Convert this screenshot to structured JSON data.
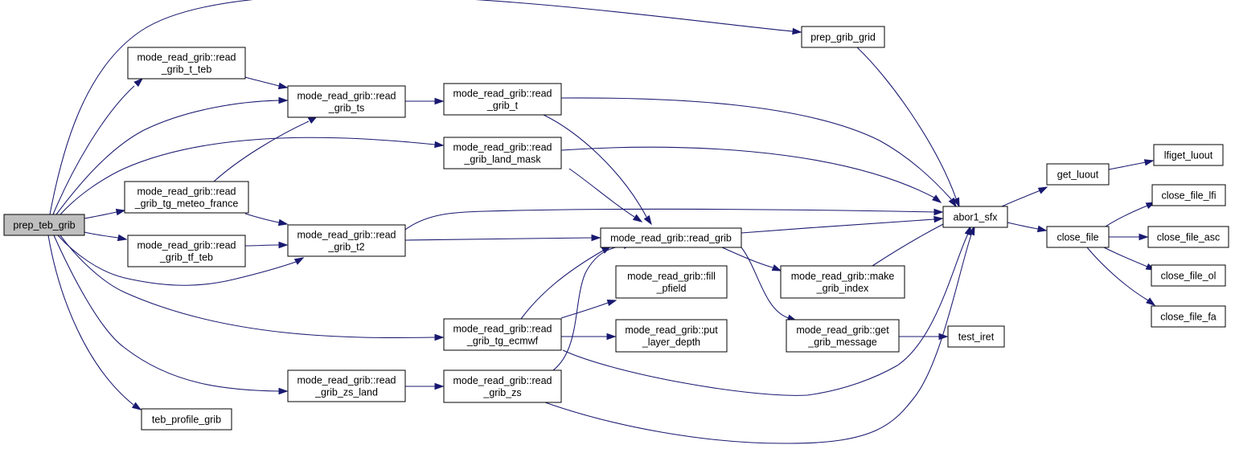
{
  "graph": {
    "edge_color": "#191970",
    "root_fill": "#bfbfbf",
    "node_fill": "#ffffff",
    "nodes": [
      {
        "id": "prep_teb_grib",
        "lines": [
          "prep_teb_grib"
        ],
        "root": true
      },
      {
        "id": "read_grib_t_teb",
        "lines": [
          "mode_read_grib::read",
          "_grib_t_teb"
        ]
      },
      {
        "id": "read_grib_ts",
        "lines": [
          "mode_read_grib::read",
          "_grib_ts"
        ]
      },
      {
        "id": "read_grib_t",
        "lines": [
          "mode_read_grib::read",
          "_grib_t"
        ]
      },
      {
        "id": "prep_grib_grid",
        "lines": [
          "prep_grib_grid"
        ]
      },
      {
        "id": "read_grib_land_mask",
        "lines": [
          "mode_read_grib::read",
          "_grib_land_mask"
        ]
      },
      {
        "id": "read_grib_tg_meteo_france",
        "lines": [
          "mode_read_grib::read",
          "_grib_tg_meteo_france"
        ]
      },
      {
        "id": "read_grib_tf_teb",
        "lines": [
          "mode_read_grib::read",
          "_grib_tf_teb"
        ]
      },
      {
        "id": "read_grib_t2",
        "lines": [
          "mode_read_grib::read",
          "_grib_t2"
        ]
      },
      {
        "id": "read_grib",
        "lines": [
          "mode_read_grib::read_grib"
        ]
      },
      {
        "id": "fill_pfield",
        "lines": [
          "mode_read_grib::fill",
          "_pfield"
        ]
      },
      {
        "id": "read_grib_tg_ecmwf",
        "lines": [
          "mode_read_grib::read",
          "_grib_tg_ecmwf"
        ]
      },
      {
        "id": "put_layer_depth",
        "lines": [
          "mode_read_grib::put",
          "_layer_depth"
        ]
      },
      {
        "id": "read_grib_zs_land",
        "lines": [
          "mode_read_grib::read",
          "_grib_zs_land"
        ]
      },
      {
        "id": "read_grib_zs",
        "lines": [
          "mode_read_grib::read",
          "_grib_zs"
        ]
      },
      {
        "id": "teb_profile_grib",
        "lines": [
          "teb_profile_grib"
        ]
      },
      {
        "id": "make_grib_index",
        "lines": [
          "mode_read_grib::make",
          "_grib_index"
        ]
      },
      {
        "id": "get_grib_message",
        "lines": [
          "mode_read_grib::get",
          "_grib_message"
        ]
      },
      {
        "id": "test_iret",
        "lines": [
          "test_iret"
        ]
      },
      {
        "id": "abor1_sfx",
        "lines": [
          "abor1_sfx"
        ]
      },
      {
        "id": "get_luout",
        "lines": [
          "get_luout"
        ]
      },
      {
        "id": "lfiget_luout",
        "lines": [
          "lfiget_luout"
        ]
      },
      {
        "id": "close_file",
        "lines": [
          "close_file"
        ]
      },
      {
        "id": "close_file_lfi",
        "lines": [
          "close_file_lfi"
        ]
      },
      {
        "id": "close_file_asc",
        "lines": [
          "close_file_asc"
        ]
      },
      {
        "id": "close_file_ol",
        "lines": [
          "close_file_ol"
        ]
      },
      {
        "id": "close_file_fa",
        "lines": [
          "close_file_fa"
        ]
      }
    ],
    "edges": [
      {
        "from": "prep_teb_grib",
        "to": "prep_grib_grid"
      },
      {
        "from": "prep_teb_grib",
        "to": "read_grib_t_teb"
      },
      {
        "from": "prep_teb_grib",
        "to": "read_grib_ts"
      },
      {
        "from": "prep_teb_grib",
        "to": "read_grib_land_mask"
      },
      {
        "from": "prep_teb_grib",
        "to": "read_grib_tg_meteo_france"
      },
      {
        "from": "prep_teb_grib",
        "to": "read_grib_tf_teb"
      },
      {
        "from": "prep_teb_grib",
        "to": "read_grib_t2"
      },
      {
        "from": "prep_teb_grib",
        "to": "read_grib_tg_ecmwf"
      },
      {
        "from": "prep_teb_grib",
        "to": "read_grib_zs_land"
      },
      {
        "from": "prep_teb_grib",
        "to": "teb_profile_grib"
      },
      {
        "from": "read_grib_t_teb",
        "to": "read_grib_ts"
      },
      {
        "from": "read_grib_ts",
        "to": "read_grib_t"
      },
      {
        "from": "read_grib_t",
        "to": "abor1_sfx"
      },
      {
        "from": "read_grib_t",
        "to": "read_grib"
      },
      {
        "from": "prep_grib_grid",
        "to": "abor1_sfx"
      },
      {
        "from": "read_grib_land_mask",
        "to": "abor1_sfx"
      },
      {
        "from": "read_grib_land_mask",
        "to": "read_grib"
      },
      {
        "from": "read_grib_tg_meteo_france",
        "to": "read_grib_ts"
      },
      {
        "from": "read_grib_tg_meteo_france",
        "to": "read_grib_t2"
      },
      {
        "from": "read_grib_tf_teb",
        "to": "read_grib_t2"
      },
      {
        "from": "read_grib_t2",
        "to": "abor1_sfx"
      },
      {
        "from": "read_grib_t2",
        "to": "read_grib"
      },
      {
        "from": "read_grib",
        "to": "abor1_sfx"
      },
      {
        "from": "read_grib",
        "to": "make_grib_index"
      },
      {
        "from": "read_grib",
        "to": "get_grib_message"
      },
      {
        "from": "read_grib_tg_ecmwf",
        "to": "read_grib"
      },
      {
        "from": "read_grib_tg_ecmwf",
        "to": "fill_pfield"
      },
      {
        "from": "read_grib_tg_ecmwf",
        "to": "put_layer_depth"
      },
      {
        "from": "read_grib_tg_ecmwf",
        "to": "abor1_sfx"
      },
      {
        "from": "read_grib_zs_land",
        "to": "read_grib_zs"
      },
      {
        "from": "read_grib_zs",
        "to": "read_grib"
      },
      {
        "from": "read_grib_zs",
        "to": "abor1_sfx"
      },
      {
        "from": "make_grib_index",
        "to": "abor1_sfx"
      },
      {
        "from": "get_grib_message",
        "to": "test_iret"
      },
      {
        "from": "abor1_sfx",
        "to": "get_luout"
      },
      {
        "from": "abor1_sfx",
        "to": "close_file"
      },
      {
        "from": "get_luout",
        "to": "lfiget_luout"
      },
      {
        "from": "close_file",
        "to": "close_file_lfi"
      },
      {
        "from": "close_file",
        "to": "close_file_asc"
      },
      {
        "from": "close_file",
        "to": "close_file_ol"
      },
      {
        "from": "close_file",
        "to": "close_file_fa"
      }
    ]
  }
}
